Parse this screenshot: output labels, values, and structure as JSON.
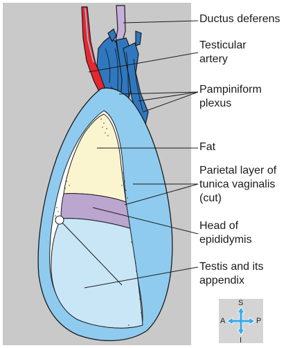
{
  "labels": {
    "ductus_deferens": "Ductus deferens",
    "testicular_artery": [
      "Testicular",
      "artery"
    ],
    "pampiniform_plexus": [
      "Pampiniform",
      "plexus"
    ],
    "fat": "Fat",
    "parietal_layer": [
      "Parietal layer of",
      "tunica vaginalis",
      "(cut)"
    ],
    "head_of_epididymis": [
      "Head of",
      "epididymis"
    ],
    "testis": [
      "Testis and its",
      "appendix"
    ]
  },
  "compass": {
    "superior": "S",
    "inferior": "I",
    "anterior": "A",
    "posterior": "P"
  },
  "colors": {
    "panel_gray": "#c9c9c9",
    "tunica_light_blue": "#8ecbef",
    "testis_pale_blue": "#c9e6f6",
    "fat_cream": "#fbf5cf",
    "epididymis_lilac": "#bba6cf",
    "ductus_lilac": "#c7b0d9",
    "artery_red": "#e8262d",
    "plexus_blue": "#2f78c0",
    "compass_arrow": "#3aa9e6"
  }
}
